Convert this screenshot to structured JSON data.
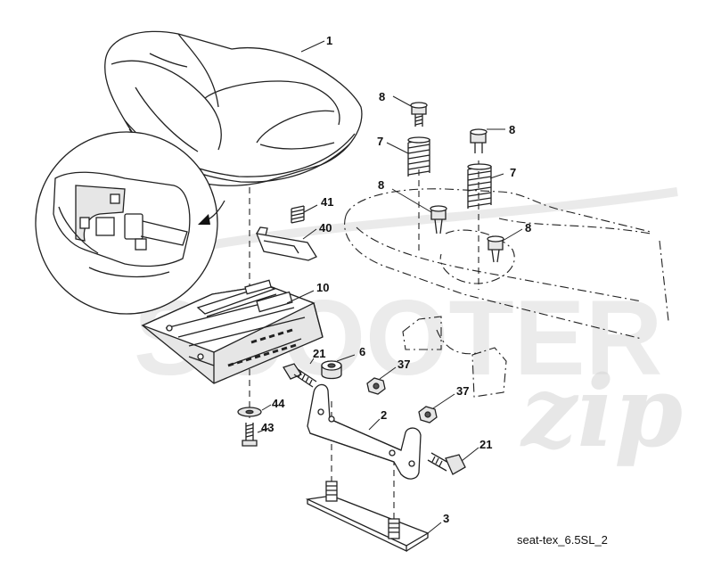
{
  "diagram": {
    "caption": "seat-tex_6.5SL_2",
    "callouts": {
      "c1": "1",
      "c2": "2",
      "c3": "3",
      "c6": "6",
      "c7a": "7",
      "c7b": "7",
      "c8a": "8",
      "c8b": "8",
      "c8c": "8",
      "c8d": "8",
      "c10": "10",
      "c21a": "21",
      "c21b": "21",
      "c37a": "37",
      "c37b": "37",
      "c40": "40",
      "c41": "41",
      "c43": "43",
      "c44": "44"
    },
    "watermark": {
      "text": "SCOOTER",
      "script": "zip"
    }
  }
}
